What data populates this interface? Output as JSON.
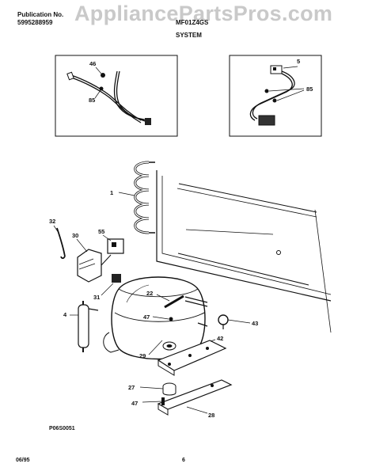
{
  "header": {
    "pub_label": "Publication No.",
    "pub_number": "5995288959",
    "model": "MF01Z4GS",
    "section": "SYSTEM",
    "watermark": "AppliancePartsPros.com"
  },
  "callouts": {
    "c46": "46",
    "c85a": "85",
    "c5": "5",
    "c85b": "85",
    "c1": "1",
    "c32": "32",
    "c30": "30",
    "c55": "55",
    "c31": "31",
    "c22": "22",
    "c4": "4",
    "c47a": "47",
    "c43": "43",
    "c42": "42",
    "c29": "29",
    "c27": "27",
    "c47b": "47",
    "c28": "28"
  },
  "footer": {
    "diagram_id": "P06S0051",
    "date": "06/95",
    "page": "6"
  }
}
